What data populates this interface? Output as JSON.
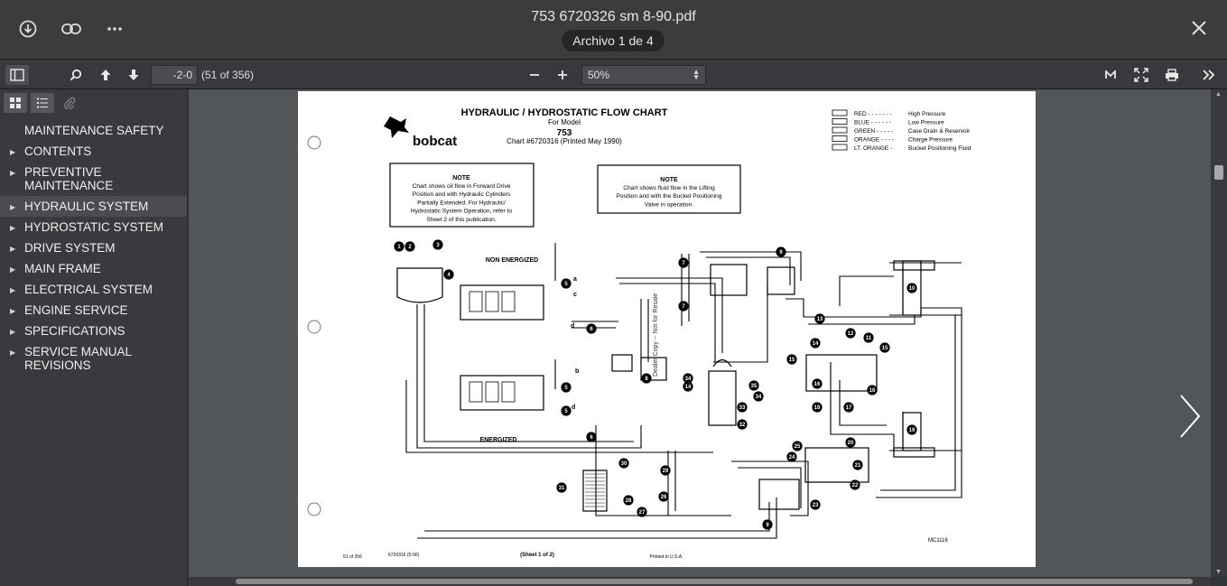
{
  "header": {
    "file_title": "753 6720326 sm 8-90.pdf",
    "archive_label": "Archivo 1 de 4",
    "icons": [
      "download-icon",
      "link-icon",
      "more-icon",
      "close-icon"
    ]
  },
  "toolbar": {
    "page_input": "-2-0",
    "page_count": "(51 of 356)",
    "zoom_value": "50%",
    "icons": [
      "sidebar-toggle-icon",
      "search-icon",
      "previous-page-icon",
      "next-page-icon",
      "zoom-out-icon",
      "zoom-in-icon",
      "text-selection-icon",
      "fullscreen-icon",
      "print-icon",
      "more-tools-icon"
    ]
  },
  "sidebar": {
    "tabs": [
      "thumbnails-icon",
      "outline-icon",
      "attachments-icon"
    ],
    "items": [
      {
        "label": "MAINTENANCE SAFETY",
        "twisty": false,
        "selected": false
      },
      {
        "label": "CONTENTS",
        "twisty": true,
        "selected": false
      },
      {
        "label": "PREVENTIVE MAINTENANCE",
        "twisty": true,
        "selected": false
      },
      {
        "label": "HYDRAULIC SYSTEM",
        "twisty": true,
        "selected": true
      },
      {
        "label": "HYDROSTATIC SYSTEM",
        "twisty": true,
        "selected": false
      },
      {
        "label": "DRIVE SYSTEM",
        "twisty": true,
        "selected": false
      },
      {
        "label": "MAIN FRAME",
        "twisty": true,
        "selected": false
      },
      {
        "label": "ELECTRICAL SYSTEM",
        "twisty": true,
        "selected": false
      },
      {
        "label": "ENGINE SERVICE",
        "twisty": true,
        "selected": false
      },
      {
        "label": "SPECIFICATIONS",
        "twisty": true,
        "selected": false
      },
      {
        "label": "SERVICE MANUAL REVISIONS",
        "twisty": true,
        "selected": false
      }
    ]
  },
  "document": {
    "chart_title": "HYDRAULIC / HYDROSTATIC FLOW CHART",
    "for_model": "For Model",
    "model": "753",
    "chart_number": "Chart #6720316 (Printed May 1990)",
    "brand": "bobcat",
    "legend": [
      {
        "color": "RED - - - - - - -",
        "meaning": "High Pressure"
      },
      {
        "color": "BLUE - - - - - -",
        "meaning": "Low Pressure"
      },
      {
        "color": "GREEN - - - - -",
        "meaning": "Case Drain & Reservoir"
      },
      {
        "color": "ORANGE - - - -",
        "meaning": "Charge Pressure"
      },
      {
        "color": "LT. ORANGE -",
        "meaning": "Bucket Positioning Fluid"
      }
    ],
    "note1_title": "NOTE",
    "note1_lines": [
      "Chart shows oil flow in Forward Drive",
      "Position and with Hydraulic Cylinders",
      "Partially Extended. For Hydraulic/",
      "Hydrostatic System Operation, refer to",
      "Sheet 2 of this publication."
    ],
    "note2_title": "NOTE",
    "note2_lines": [
      "Chart shows fluid flow in the Lifting",
      "Position and with the Bucket Positioning",
      "Valve in operation."
    ],
    "label_non_energized": "NON ENERGIZED",
    "label_energized": "ENERGIZED",
    "watermark": "Dealer Copy -- Not for Resale",
    "footer_left_small": "51 of 356",
    "footer_code": "6720316 (5-90)",
    "footer_sheet": "(Sheet 1 of 2)",
    "footer_printed": "Printed in U.S.A.",
    "footer_mc": "MC1116",
    "callouts": [
      "1",
      "2",
      "3",
      "4",
      "5",
      "5",
      "5",
      "6",
      "6",
      "7",
      "7",
      "8",
      "9",
      "9",
      "10",
      "11",
      "12",
      "13",
      "14",
      "14",
      "15",
      "15",
      "16",
      "16",
      "17",
      "18",
      "19",
      "20",
      "21",
      "22",
      "23",
      "24",
      "25",
      "26",
      "27",
      "28",
      "29",
      "30",
      "31",
      "32",
      "33",
      "34",
      "34",
      "35"
    ],
    "side_letters": [
      "a",
      "c",
      "d",
      "b",
      "d"
    ]
  }
}
